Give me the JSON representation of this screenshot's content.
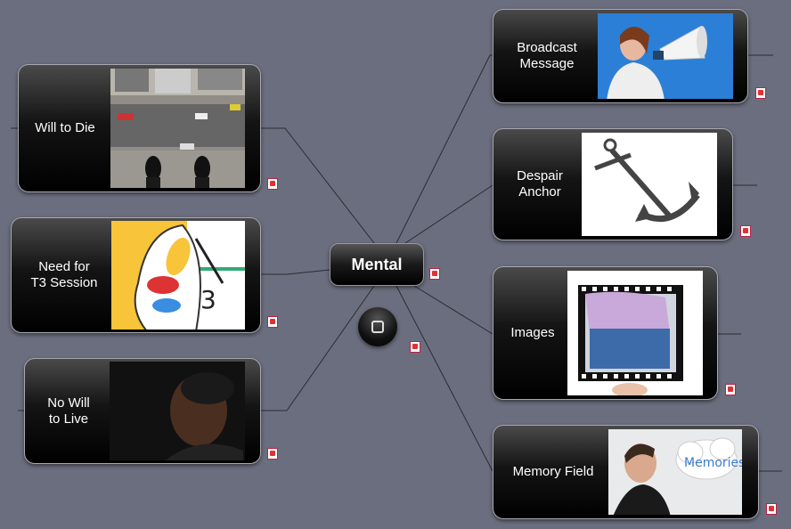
{
  "central": {
    "label": "Mental"
  },
  "topics": [
    {
      "label": "Will to Die",
      "picture": "aerial view of feet over city street"
    },
    {
      "label": "Need for\nT3 Session",
      "picture": "butterfly logo with number 3"
    },
    {
      "label": "No Will\nto Live",
      "picture": "sad woman in dark"
    },
    {
      "label": "Broadcast\nMessage",
      "picture": "woman shouting into megaphone"
    },
    {
      "label": "Despair\nAnchor",
      "picture": "iron anchor"
    },
    {
      "label": "Images",
      "picture": "film strip frame of person's torso"
    },
    {
      "label": "Memory Field",
      "picture": "man profile with Memories cloud"
    }
  ],
  "memories_cloud_text": "Memories",
  "colors": {
    "background": "#6b6e7e",
    "line": "#2a2b33",
    "node": "#000000"
  }
}
